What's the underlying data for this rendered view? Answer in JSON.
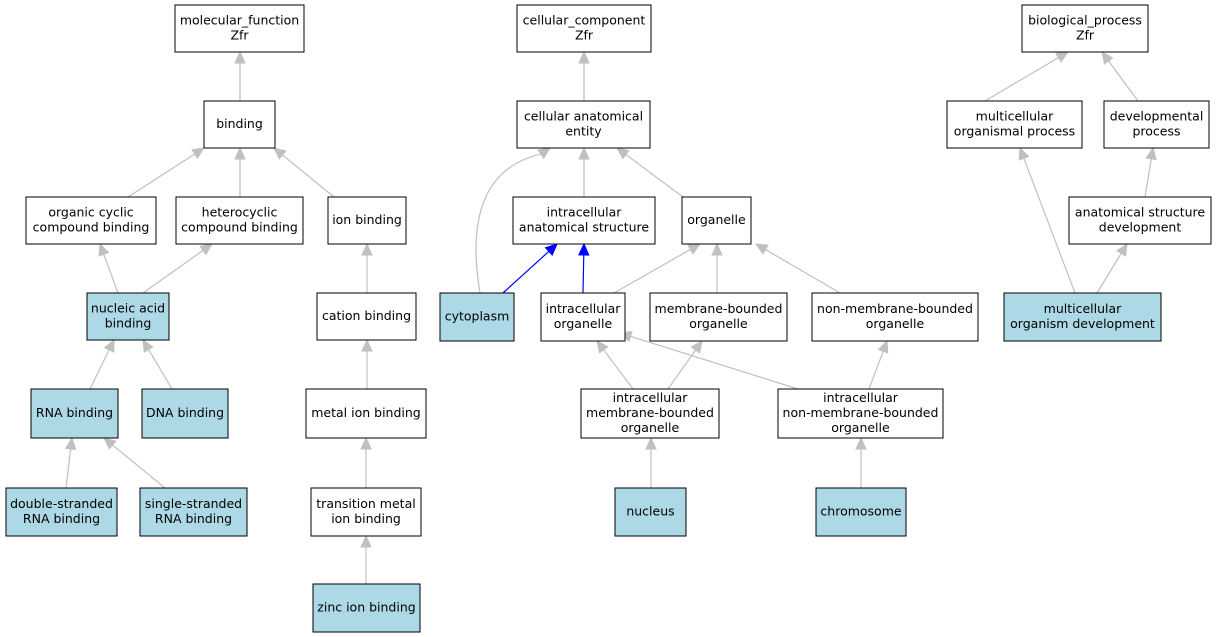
{
  "colors": {
    "highlight": "#add8e6",
    "plain": "#ffffff",
    "border": "#000000",
    "edge_gray": "#c0c0c0",
    "edge_blue": "#0000ff"
  },
  "nodes": {
    "mf_root": {
      "lines": [
        "molecular_function",
        "Zfr"
      ],
      "highlight": false
    },
    "binding": {
      "lines": [
        "binding"
      ],
      "highlight": false
    },
    "organic_cyclic": {
      "lines": [
        "organic cyclic",
        "compound binding"
      ],
      "highlight": false
    },
    "heterocyclic": {
      "lines": [
        "heterocyclic",
        "compound binding"
      ],
      "highlight": false
    },
    "ion_binding": {
      "lines": [
        "ion binding"
      ],
      "highlight": false
    },
    "nucleic_acid": {
      "lines": [
        "nucleic acid",
        "binding"
      ],
      "highlight": true
    },
    "cation_binding": {
      "lines": [
        "cation binding"
      ],
      "highlight": false
    },
    "rna_binding": {
      "lines": [
        "RNA binding"
      ],
      "highlight": true
    },
    "dna_binding": {
      "lines": [
        "DNA binding"
      ],
      "highlight": true
    },
    "metal_ion": {
      "lines": [
        "metal ion binding"
      ],
      "highlight": false
    },
    "ds_rna": {
      "lines": [
        "double-stranded",
        "RNA binding"
      ],
      "highlight": true
    },
    "ss_rna": {
      "lines": [
        "single-stranded",
        "RNA binding"
      ],
      "highlight": true
    },
    "transition_metal": {
      "lines": [
        "transition metal",
        "ion binding"
      ],
      "highlight": false
    },
    "zinc_ion": {
      "lines": [
        "zinc ion binding"
      ],
      "highlight": true
    },
    "cc_root": {
      "lines": [
        "cellular_component",
        "Zfr"
      ],
      "highlight": false
    },
    "cae": {
      "lines": [
        "cellular anatomical",
        "entity"
      ],
      "highlight": false
    },
    "ias": {
      "lines": [
        "intracellular",
        "anatomical structure"
      ],
      "highlight": false
    },
    "organelle": {
      "lines": [
        "organelle"
      ],
      "highlight": false
    },
    "cytoplasm": {
      "lines": [
        "cytoplasm"
      ],
      "highlight": true
    },
    "intra_org": {
      "lines": [
        "intracellular",
        "organelle"
      ],
      "highlight": false
    },
    "mem_org": {
      "lines": [
        "membrane-bounded",
        "organelle"
      ],
      "highlight": false
    },
    "nonmem_org": {
      "lines": [
        "non-membrane-bounded",
        "organelle"
      ],
      "highlight": false
    },
    "intra_mem": {
      "lines": [
        "intracellular",
        "membrane-bounded",
        "organelle"
      ],
      "highlight": false
    },
    "intra_nonmem": {
      "lines": [
        "intracellular",
        "non-membrane-bounded",
        "organelle"
      ],
      "highlight": false
    },
    "nucleus": {
      "lines": [
        "nucleus"
      ],
      "highlight": true
    },
    "chromosome": {
      "lines": [
        "chromosome"
      ],
      "highlight": true
    },
    "bp_root": {
      "lines": [
        "biological_process",
        "Zfr"
      ],
      "highlight": false
    },
    "multi_proc": {
      "lines": [
        "multicellular",
        "organismal process"
      ],
      "highlight": false
    },
    "dev_proc": {
      "lines": [
        "developmental",
        "process"
      ],
      "highlight": false
    },
    "anat_dev": {
      "lines": [
        "anatomical structure",
        "development"
      ],
      "highlight": false
    },
    "multi_dev": {
      "lines": [
        "multicellular",
        "organism development"
      ],
      "highlight": true
    }
  },
  "edges": [
    {
      "from": "binding",
      "to": "mf_root",
      "color": "gray"
    },
    {
      "from": "organic_cyclic",
      "to": "binding",
      "color": "gray"
    },
    {
      "from": "heterocyclic",
      "to": "binding",
      "color": "gray"
    },
    {
      "from": "ion_binding",
      "to": "binding",
      "color": "gray"
    },
    {
      "from": "nucleic_acid",
      "to": "organic_cyclic",
      "color": "gray"
    },
    {
      "from": "nucleic_acid",
      "to": "heterocyclic",
      "color": "gray"
    },
    {
      "from": "cation_binding",
      "to": "ion_binding",
      "color": "gray"
    },
    {
      "from": "rna_binding",
      "to": "nucleic_acid",
      "color": "gray"
    },
    {
      "from": "dna_binding",
      "to": "nucleic_acid",
      "color": "gray"
    },
    {
      "from": "metal_ion",
      "to": "cation_binding",
      "color": "gray"
    },
    {
      "from": "ds_rna",
      "to": "rna_binding",
      "color": "gray"
    },
    {
      "from": "ss_rna",
      "to": "rna_binding",
      "color": "gray"
    },
    {
      "from": "transition_metal",
      "to": "metal_ion",
      "color": "gray"
    },
    {
      "from": "zinc_ion",
      "to": "transition_metal",
      "color": "gray"
    },
    {
      "from": "cae",
      "to": "cc_root",
      "color": "gray"
    },
    {
      "from": "ias",
      "to": "cae",
      "color": "gray"
    },
    {
      "from": "organelle",
      "to": "cae",
      "color": "gray"
    },
    {
      "from": "cytoplasm",
      "to": "cae",
      "color": "gray",
      "curve": true
    },
    {
      "from": "cytoplasm",
      "to": "ias",
      "color": "blue"
    },
    {
      "from": "intra_org",
      "to": "ias",
      "color": "blue"
    },
    {
      "from": "intra_org",
      "to": "organelle",
      "color": "gray"
    },
    {
      "from": "mem_org",
      "to": "organelle",
      "color": "gray"
    },
    {
      "from": "nonmem_org",
      "to": "organelle",
      "color": "gray"
    },
    {
      "from": "intra_mem",
      "to": "intra_org",
      "color": "gray"
    },
    {
      "from": "intra_mem",
      "to": "mem_org",
      "color": "gray"
    },
    {
      "from": "intra_nonmem",
      "to": "intra_org",
      "color": "gray"
    },
    {
      "from": "intra_nonmem",
      "to": "nonmem_org",
      "color": "gray"
    },
    {
      "from": "nucleus",
      "to": "intra_mem",
      "color": "gray"
    },
    {
      "from": "chromosome",
      "to": "intra_nonmem",
      "color": "gray"
    },
    {
      "from": "multi_proc",
      "to": "bp_root",
      "color": "gray"
    },
    {
      "from": "dev_proc",
      "to": "bp_root",
      "color": "gray"
    },
    {
      "from": "anat_dev",
      "to": "dev_proc",
      "color": "gray"
    },
    {
      "from": "multi_dev",
      "to": "multi_proc",
      "color": "gray"
    },
    {
      "from": "multi_dev",
      "to": "anat_dev",
      "color": "gray"
    }
  ]
}
